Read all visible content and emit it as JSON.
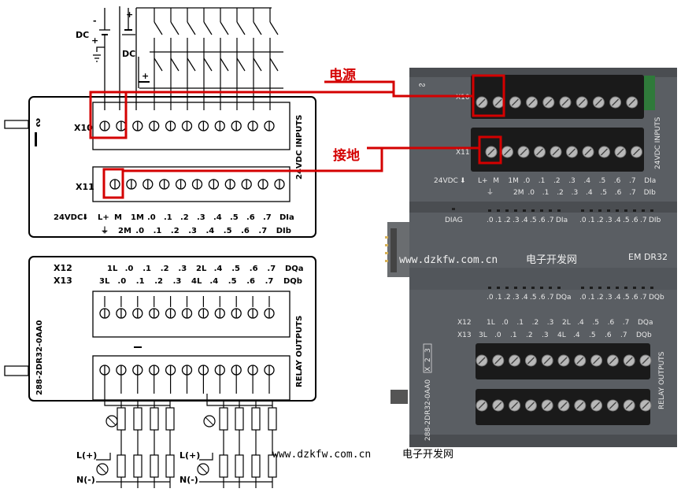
{
  "annotations": {
    "power_label": "电源",
    "ground_label": "接地"
  },
  "watermark": {
    "url": "www.dzkfw.com.cn",
    "site": "电子开发网"
  },
  "colors": {
    "highlight": "#d40000",
    "module_body": "#5a5e63",
    "terminal_block": "#1a1a1a"
  },
  "drawing": {
    "dc_label": "DC",
    "dc_minus": "-",
    "dc_plus": "+",
    "dc2_label": "DC",
    "row_x10": "X10",
    "row_x11": "X11",
    "inputs_label": "24VDC INPUTS",
    "pwr_out": "24VDC",
    "in_row1": [
      "L+",
      "M",
      "1M",
      ".0",
      ".1",
      ".2",
      ".3",
      ".4",
      ".5",
      ".6",
      ".7",
      "DIa"
    ],
    "in_row2": [
      "2M",
      ".0",
      ".1",
      ".2",
      ".3",
      ".4",
      ".5",
      ".6",
      ".7",
      "DIb"
    ],
    "row_x12": "X12",
    "row_x13": "X13",
    "out_row1": [
      "1L",
      ".0",
      ".1",
      ".2",
      ".3",
      "2L",
      ".4",
      ".5",
      ".6",
      ".7",
      "DQa"
    ],
    "out_row2": [
      "3L",
      ".0",
      ".1",
      ".2",
      ".3",
      "4L",
      ".4",
      ".5",
      ".6",
      ".7",
      "DQb"
    ],
    "part_number": "288-2DR32-0AA0",
    "outputs_label": "RELAY OUTPUTS",
    "l_plus": "L(+)",
    "n_minus": "N(-)"
  },
  "photo": {
    "row_x10": "X10",
    "row_x11": "X11",
    "inputs_label": "24VDC INPUTS",
    "pwr_out": "24VDC",
    "in_row1": [
      "L+",
      "M",
      "1M",
      ".0",
      ".1",
      ".2",
      ".3",
      ".4",
      ".5",
      ".6",
      ".7",
      "DIa"
    ],
    "in_row2": [
      "2M",
      ".0",
      ".1",
      ".2",
      ".3",
      ".4",
      ".5",
      ".6",
      ".7",
      "DIb"
    ],
    "diag": "DIAG",
    "led_row_a": [
      ".0",
      ".1",
      ".2",
      ".3",
      ".4",
      ".5",
      ".6",
      ".7",
      "DIa"
    ],
    "led_row_b": [
      ".0",
      ".1",
      ".2",
      ".3",
      ".4",
      ".5",
      ".6",
      ".7",
      "DIb"
    ],
    "module_name": "EM DR32",
    "led_row_qa": [
      ".0",
      ".1",
      ".2",
      ".3",
      ".4",
      ".5",
      ".6",
      ".7",
      "DQa"
    ],
    "led_row_qb": [
      ".0",
      ".1",
      ".2",
      ".3",
      ".4",
      ".5",
      ".6",
      ".7",
      "DQb"
    ],
    "row_x12": "X12",
    "row_x13": "X13",
    "out_row1": [
      "1L",
      ".0",
      ".1",
      ".2",
      ".3",
      "2L",
      ".4",
      ".5",
      ".6",
      ".7",
      "DQa"
    ],
    "out_row2": [
      "3L",
      ".0",
      ".1",
      ".2",
      ".3",
      "4L",
      ".4",
      ".5",
      ".6",
      ".7",
      "DQb"
    ],
    "part_number": "288-2DR32-0AA0",
    "x_codes": [
      "X",
      "2",
      "3"
    ],
    "outputs_label": "RELAY OUTPUTS"
  }
}
